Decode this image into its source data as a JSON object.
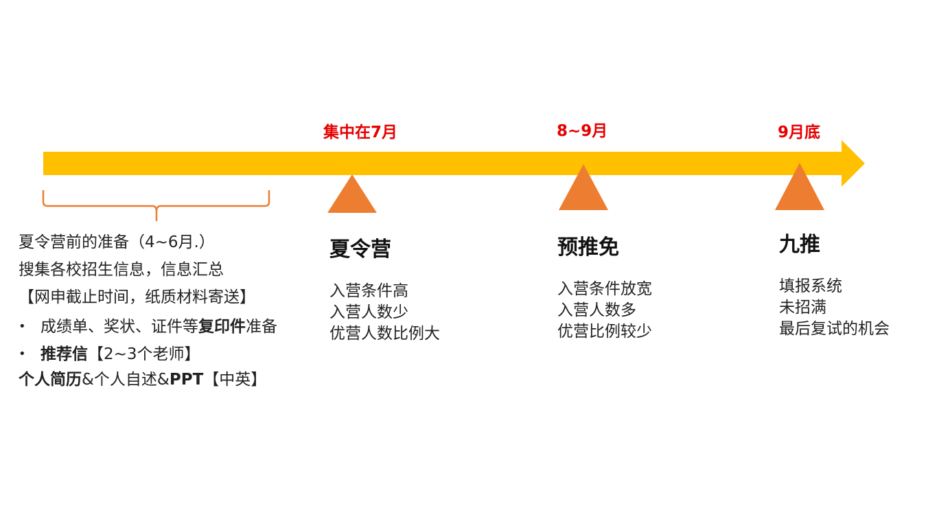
{
  "colors": {
    "arrow": "#FFC000",
    "triangle": "#ED7D31",
    "brace": "#ED7D31",
    "date_text": "#E60000"
  },
  "dates": {
    "summer_camp": "集中在7月",
    "pre_recommend": "8~9月",
    "nine_recommend": "9月底"
  },
  "stages": {
    "summer_camp": {
      "title": "夏令营",
      "lines": [
        "入营条件高",
        "入营人数少",
        "优营人数比例大"
      ]
    },
    "pre_recommend": {
      "title": "预推免",
      "lines": [
        "入营条件放宽",
        "入营人数多",
        "优营比例较少"
      ]
    },
    "nine_recommend": {
      "title": "九推",
      "lines": [
        "填报系统",
        "未招满",
        "最后复试的机会"
      ]
    }
  },
  "preparation": {
    "heading": "夏令营前的准备（4~6月.）",
    "line2": "搜集各校招生信息，信息汇总",
    "line3": "【网申截止时间，纸质材料寄送】",
    "bullet1_prefix": "成绩单、奖状、证件等",
    "bullet1_bold": "复印件",
    "bullet1_suffix": "准备",
    "bullet2_bold": "推荐信",
    "bullet2_suffix": "【2~3个老师】",
    "line6_bold1": "个人简历",
    "line6_mid": "&个人自述&",
    "line6_bold2": "PPT",
    "line6_suffix": "【中英】",
    "bullet_symbol": "•"
  }
}
